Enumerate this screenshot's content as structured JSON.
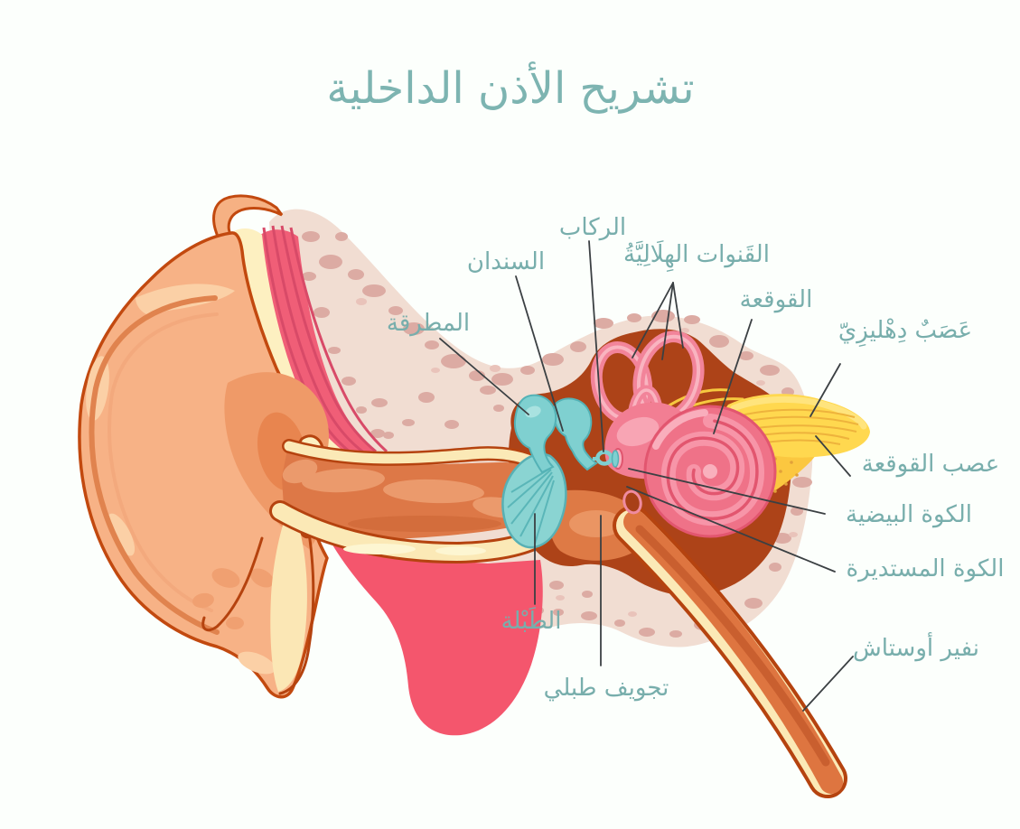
{
  "title": "تشريح الأذن الداخلية",
  "colors": {
    "title_teal": "#7db4b1",
    "label_teal": "#78aeac",
    "leader_line": "#3b4043",
    "skin_peach": "#f7b286",
    "bone_beige": "#f1ddd2",
    "bone_spots": "#dcaba3",
    "muscle_pink": "#f05e77",
    "soft_tissue_rose": "#f4566d",
    "cavity_rust": "#ad4318",
    "canal_orange": "#dd7847",
    "cream": "#fbe9b6",
    "ossicle_teal": "#7fd0d0",
    "labyrinth_pink": "#ee6e86",
    "nerve_yellow": "#ffd84f"
  },
  "labels": {
    "stapes": "الركاب",
    "incus": "السندان",
    "malleus": "المطرقة",
    "semicircular_canals": "القَنوات الهِلَالِيَّةُ",
    "cochlea": "القوقعة",
    "vestibular_nerve": "عَصَبٌ دِهْليزِيّ",
    "cochlear_nerve": "عصب القوقعة",
    "oval_window": "الكوة البيضية",
    "round_window": "الكوة المستديرة",
    "eardrum": "الطَبْلة",
    "tympanic_cavity": "تجويف طبلي",
    "eustachian_tube": "نفير أوستاش"
  }
}
